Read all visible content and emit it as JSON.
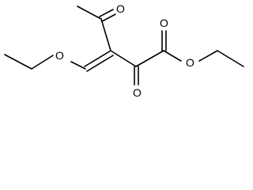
{
  "structure": {
    "atoms": {
      "o_ketone_top": "O",
      "o_ester_carbonyl": "O",
      "o_ester_single": "O",
      "o_ketone_bottom": "O",
      "o_ether": "O"
    },
    "colors": {
      "bond": "#000000",
      "label": "#000000",
      "background": "#ffffff"
    }
  }
}
